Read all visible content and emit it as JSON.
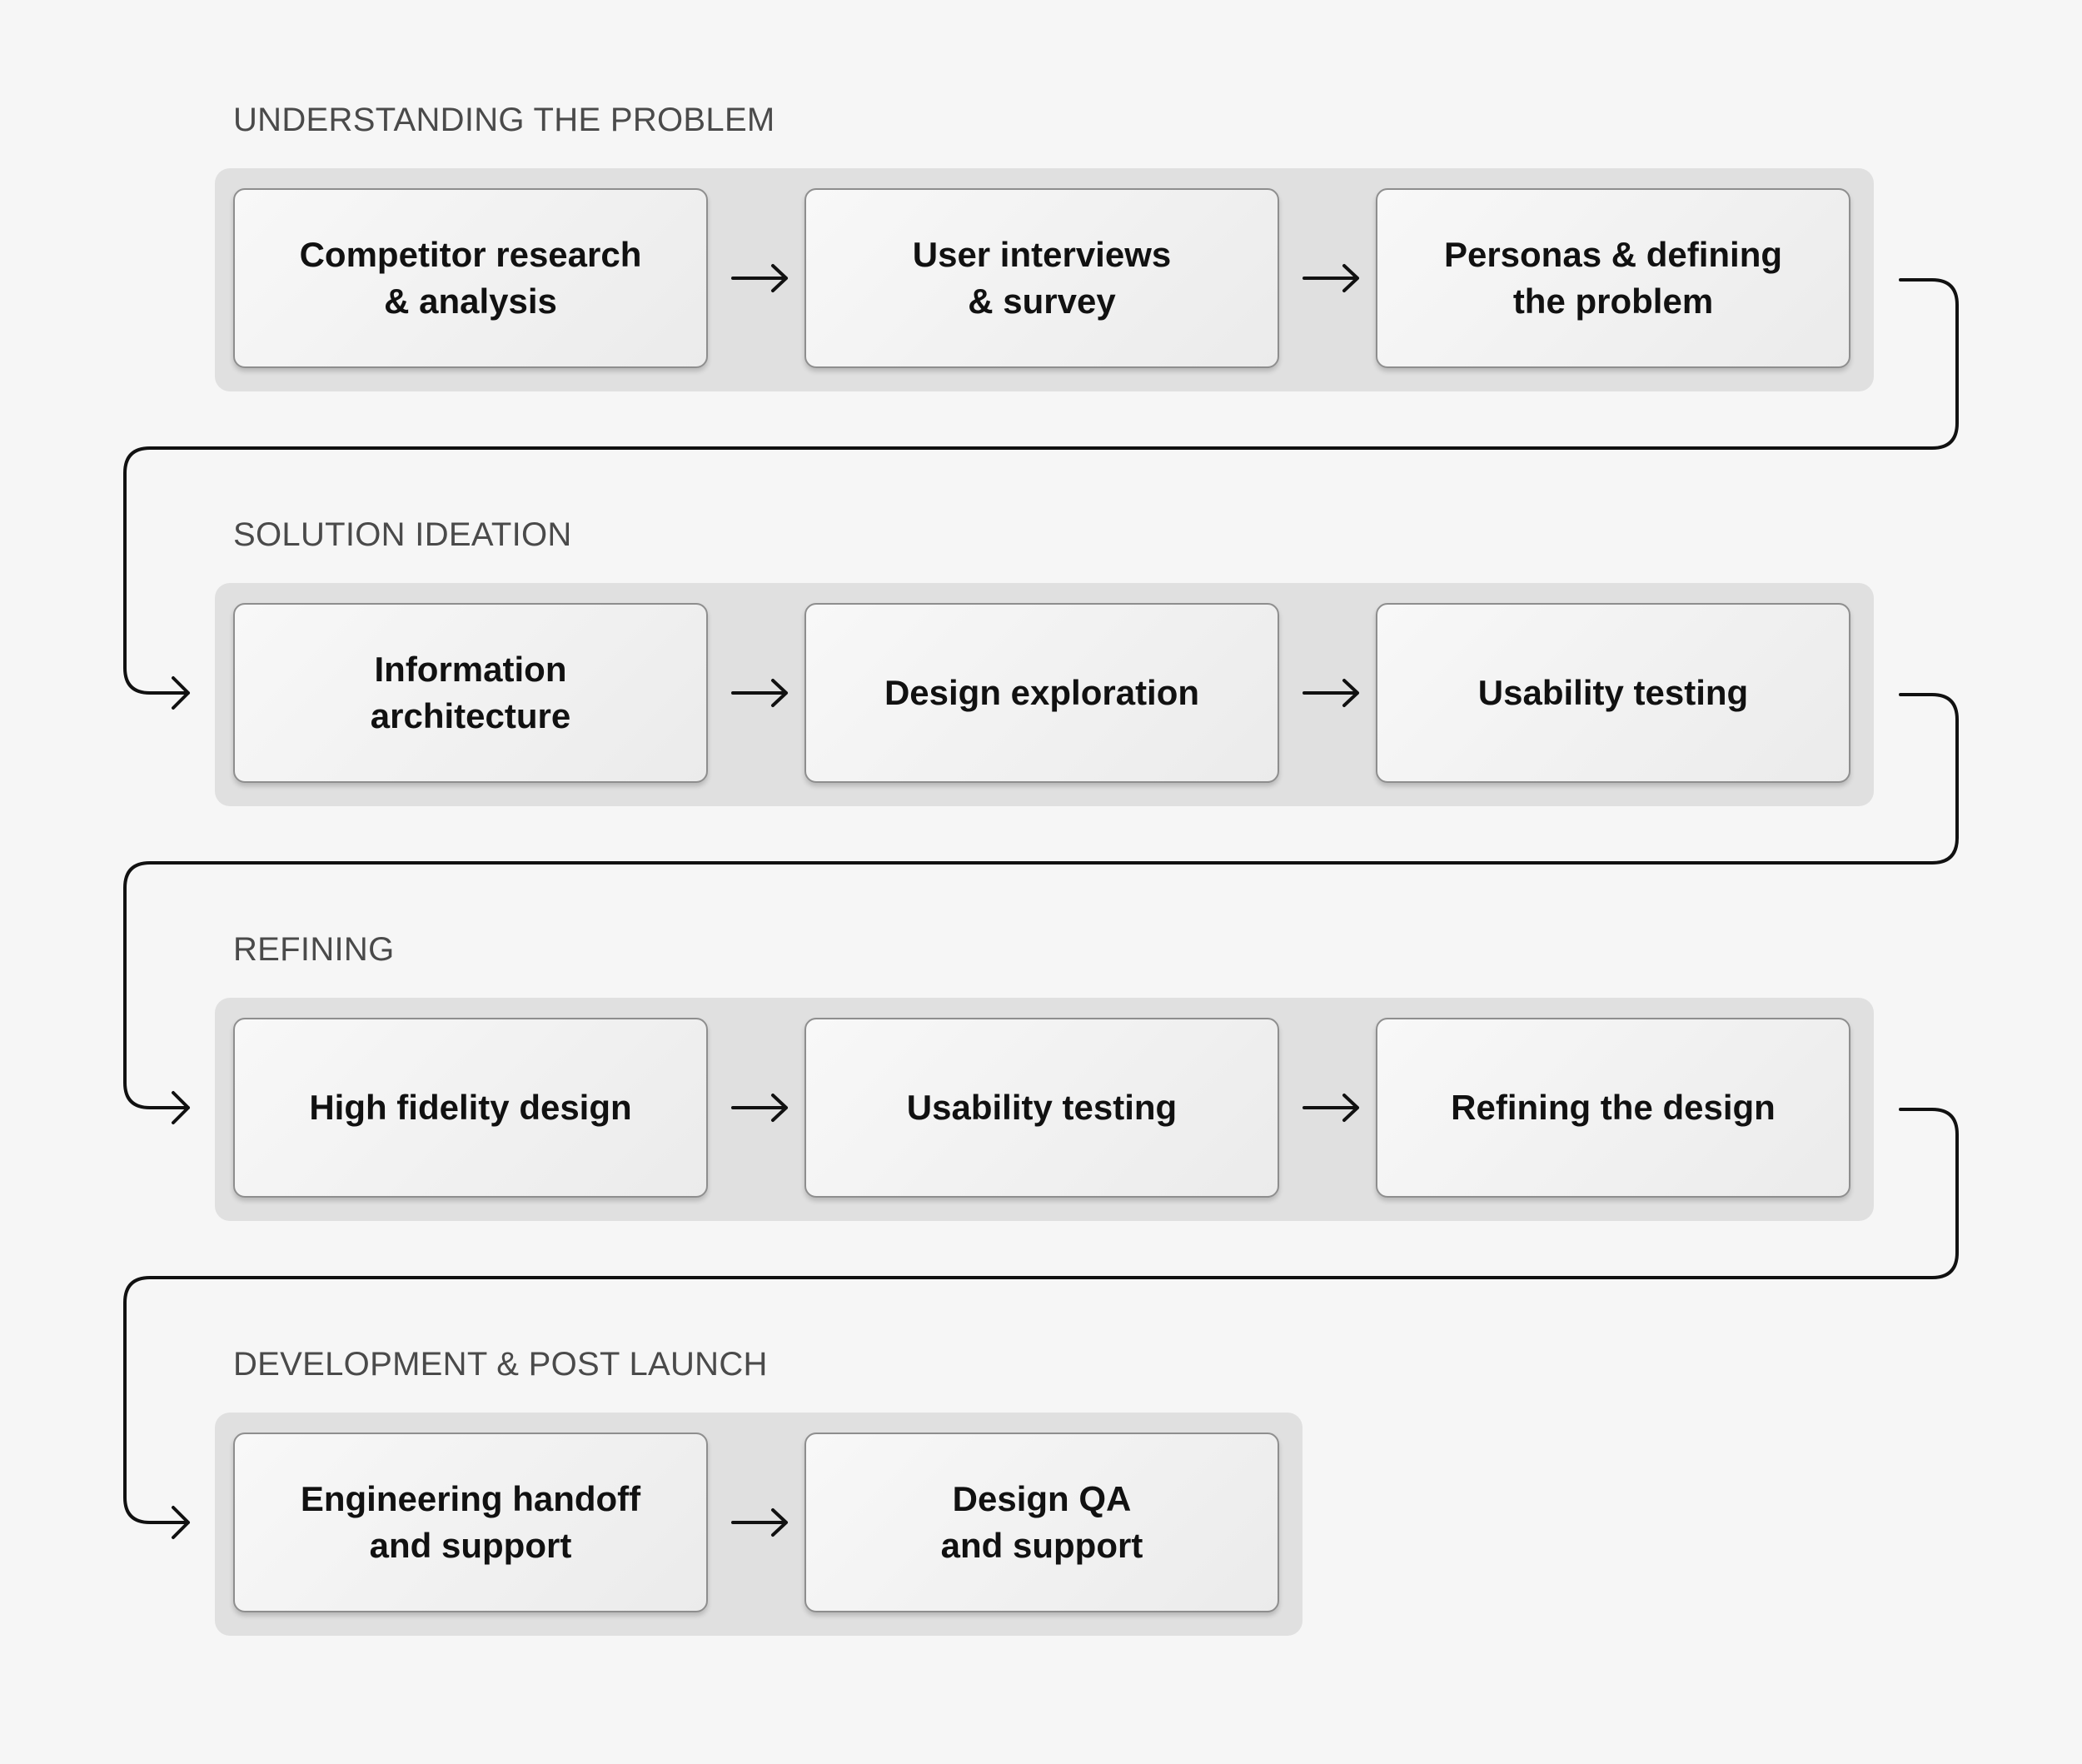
{
  "phases": [
    {
      "title": "UNDERSTANDING THE PROBLEM",
      "steps": [
        {
          "label": "Competitor research\n& analysis"
        },
        {
          "label": "User interviews\n& survey"
        },
        {
          "label": "Personas & defining\nthe problem"
        }
      ]
    },
    {
      "title": "SOLUTION IDEATION",
      "steps": [
        {
          "label": "Information\narchitecture"
        },
        {
          "label": "Design exploration"
        },
        {
          "label": "Usability testing"
        }
      ]
    },
    {
      "title": "REFINING",
      "steps": [
        {
          "label": "High fidelity design"
        },
        {
          "label": "Usability testing"
        },
        {
          "label": "Refining the design"
        }
      ]
    },
    {
      "title": "DEVELOPMENT & POST LAUNCH",
      "steps": [
        {
          "label": "Engineering handoff\nand support"
        },
        {
          "label": "Design QA\nand support"
        }
      ]
    }
  ],
  "colors": {
    "background": "#f6f6f6",
    "row_fill": "#e0e0e0",
    "card_border": "#8e8e8e",
    "line": "#111111",
    "phase_title": "#4a4a4a"
  },
  "icons": {
    "step_arrow": "arrow-right-icon",
    "connector": "elbow-connector-arrow-icon"
  }
}
